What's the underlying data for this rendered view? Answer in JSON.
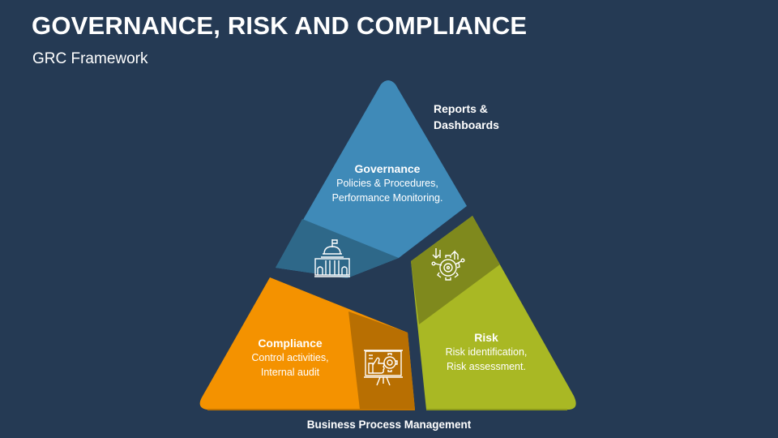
{
  "header": {
    "title": "GOVERNANCE, RISK AND COMPLIANCE",
    "subtitle": "GRC Framework"
  },
  "diagram": {
    "type": "segmented-triangle",
    "colors": {
      "background": "#253a54",
      "governance_light": "#3f8ab8",
      "governance_dark": "#2e6889",
      "compliance_light": "#f49200",
      "compliance_dark": "#b86f02",
      "risk_light": "#a9b824",
      "risk_dark": "#7f891d"
    },
    "segments": [
      {
        "id": "governance",
        "heading": "Governance",
        "lines": [
          "Policies & Procedures,",
          "Performance Monitoring."
        ],
        "icon": "capitol-building-icon"
      },
      {
        "id": "compliance",
        "heading": "Compliance",
        "lines": [
          "Control activities,",
          "Internal audit"
        ],
        "icon": "presentation-board-gear-icon"
      },
      {
        "id": "risk",
        "heading": "Risk",
        "lines": [
          "Risk identification,",
          "Risk assessment."
        ],
        "icon": "gear-arrows-icon"
      }
    ],
    "side_labels": {
      "top_right": "Reports & Dashboards",
      "top_right_line1": "Reports &",
      "top_right_line2": "Dashboards",
      "bottom": "Business Process Management"
    }
  }
}
